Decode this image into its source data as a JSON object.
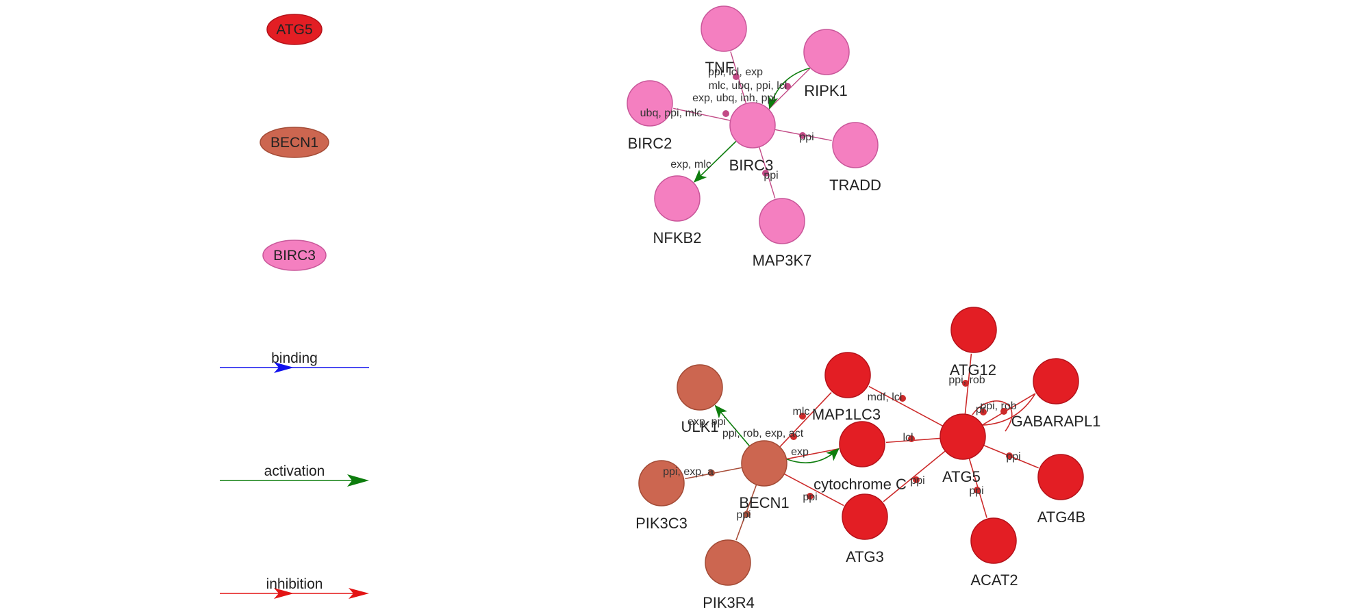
{
  "colors": {
    "red_node": "#e31e24",
    "red_node_stroke": "#b5121a",
    "brown_node": "#cc6650",
    "brown_node_stroke": "#a34b36",
    "pink_node": "#f47fc0",
    "pink_node_stroke": "#c9579a",
    "binding": "#1010ee",
    "activation": "#0d7d0d",
    "inhibition": "#e31414",
    "pink_edge": "#c24a86",
    "red_edge": "#cc2a2a",
    "brown_edge": "#a84e3a"
  },
  "legend": {
    "nodes": [
      {
        "label": "ATG5",
        "color": "red"
      },
      {
        "label": "BECN1",
        "color": "brown"
      },
      {
        "label": "BIRC3",
        "color": "pink"
      }
    ],
    "edges": [
      {
        "label": "binding",
        "kind": "binding"
      },
      {
        "label": "activation",
        "kind": "activation"
      },
      {
        "label": "inhibition",
        "kind": "inhibition"
      }
    ]
  },
  "network": {
    "nodes": [
      {
        "id": "TNF",
        "label": "TNF",
        "color": "pink"
      },
      {
        "id": "RIPK1",
        "label": "RIPK1",
        "color": "pink"
      },
      {
        "id": "BIRC2",
        "label": "BIRC2",
        "color": "pink"
      },
      {
        "id": "BIRC3",
        "label": "BIRC3",
        "color": "pink"
      },
      {
        "id": "TRADD",
        "label": "TRADD",
        "color": "pink"
      },
      {
        "id": "NFKB2",
        "label": "NFKB2",
        "color": "pink"
      },
      {
        "id": "MAP3K7",
        "label": "MAP3K7",
        "color": "pink"
      },
      {
        "id": "ATG12",
        "label": "ATG12",
        "color": "red"
      },
      {
        "id": "GABARAPL1",
        "label": "GABARAPL1",
        "color": "red"
      },
      {
        "id": "MAP1LC3",
        "label": "MAP1LC3",
        "color": "red"
      },
      {
        "id": "ULK1",
        "label": "ULK1",
        "color": "brown"
      },
      {
        "id": "cytochrome C",
        "label": "cytochrome C",
        "color": "red"
      },
      {
        "id": "ATG5",
        "label": "ATG5",
        "color": "red"
      },
      {
        "id": "BECN1",
        "label": "BECN1",
        "color": "brown"
      },
      {
        "id": "PIK3C3",
        "label": "PIK3C3",
        "color": "brown"
      },
      {
        "id": "ATG3",
        "label": "ATG3",
        "color": "red"
      },
      {
        "id": "ATG4B",
        "label": "ATG4B",
        "color": "red"
      },
      {
        "id": "ACAT2",
        "label": "ACAT2",
        "color": "red"
      },
      {
        "id": "PIK3R4",
        "label": "PIK3R4",
        "color": "brown"
      }
    ],
    "edges": [
      {
        "source": "BIRC3",
        "target": "TNF",
        "label": "ppi, lcl, exp",
        "style": "pink"
      },
      {
        "source": "BIRC3",
        "target": "RIPK1",
        "label": "mlc, ubq, ppi, lcl",
        "style": "pink"
      },
      {
        "source": "RIPK1",
        "target": "BIRC3",
        "label": "exp, ubq, inh, ppi",
        "style": "activation"
      },
      {
        "source": "BIRC3",
        "target": "BIRC2",
        "label": "ubq, ppi, mlc",
        "style": "pink"
      },
      {
        "source": "BIRC3",
        "target": "TRADD",
        "label": "ppi",
        "style": "pink"
      },
      {
        "source": "BIRC3",
        "target": "NFKB2",
        "label": "exp, mlc",
        "style": "activation"
      },
      {
        "source": "BIRC3",
        "target": "MAP3K7",
        "label": "ppi",
        "style": "pink"
      },
      {
        "source": "ATG5",
        "target": "ATG12",
        "label": "ppi, rob",
        "style": "red"
      },
      {
        "source": "ATG5",
        "target": "GABARAPL1",
        "label": "ppi, rob",
        "style": "red"
      },
      {
        "source": "ATG5",
        "target": "GABARAPL1",
        "label": "pr",
        "style": "red"
      },
      {
        "source": "ATG5",
        "target": "MAP1LC3",
        "label": "mdf, lcl",
        "style": "red"
      },
      {
        "source": "ATG5",
        "target": "cytochrome C",
        "label": "lcl",
        "style": "red"
      },
      {
        "source": "ATG5",
        "target": "ATG4B",
        "label": "ppi",
        "style": "red"
      },
      {
        "source": "ATG5",
        "target": "ACAT2",
        "label": "ppi",
        "style": "red"
      },
      {
        "source": "ATG5",
        "target": "ATG3",
        "label": "ppi",
        "style": "red"
      },
      {
        "source": "BECN1",
        "target": "ULK1",
        "label": "exp, ppi",
        "style": "activation"
      },
      {
        "source": "BECN1",
        "target": "MAP1LC3",
        "label": "mlc",
        "style": "red"
      },
      {
        "source": "BECN1",
        "target": "cytochrome C",
        "label": "ppi, rob, exp, act",
        "style": "red"
      },
      {
        "source": "BECN1",
        "target": "cytochrome C",
        "label": "exp",
        "style": "activation"
      },
      {
        "source": "BECN1",
        "target": "PIK3C3",
        "label": "ppi, exp, a",
        "style": "brown"
      },
      {
        "source": "BECN1",
        "target": "ATG3",
        "label": "ppi",
        "style": "red"
      },
      {
        "source": "BECN1",
        "target": "PIK3R4",
        "label": "ppi",
        "style": "brown"
      }
    ]
  }
}
